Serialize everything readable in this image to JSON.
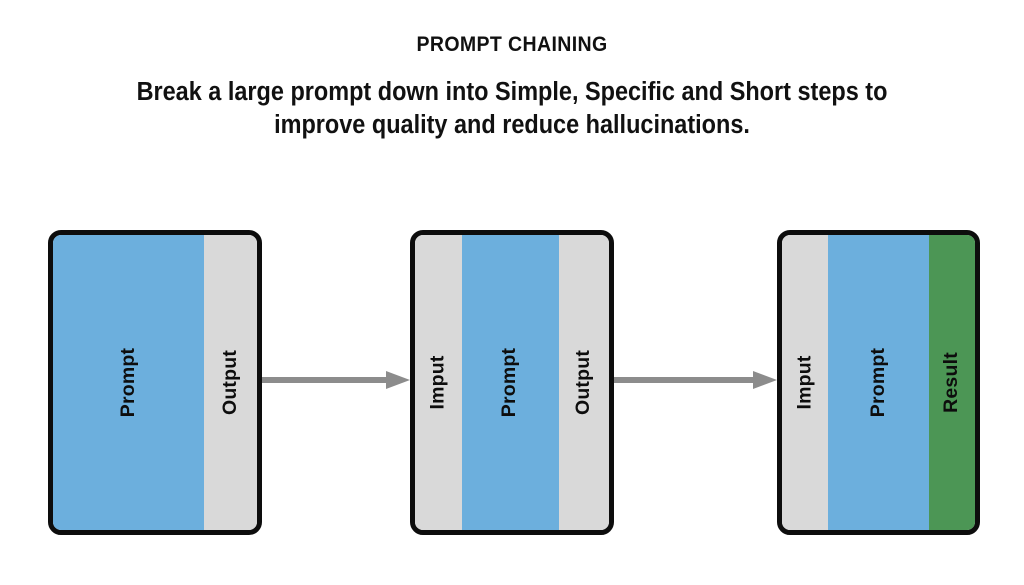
{
  "header": {
    "title": "PROMPT CHAINING",
    "subtitle_line_1": "Break a large prompt down into Simple, Specific and Short steps to",
    "subtitle_line_2": "improve quality and reduce hallucinations."
  },
  "colors": {
    "background": "#ffffff",
    "text": "#111111",
    "border": "#0d0d0d",
    "prompt_blue": "#6cafdd",
    "io_gray": "#d9d9d9",
    "result_green": "#4c9655",
    "arrow_gray": "#8c8c8c"
  },
  "diagram": {
    "type": "flow",
    "nodes": [
      {
        "id": "step-1",
        "segments": [
          {
            "label": "Prompt",
            "color_role": "prompt_blue",
            "width_pct": 74
          },
          {
            "label": "Output",
            "color_role": "io_gray",
            "width_pct": 26
          }
        ]
      },
      {
        "id": "step-2",
        "segments": [
          {
            "label": "Imput",
            "color_role": "io_gray",
            "width_pct": 24
          },
          {
            "label": "Prompt",
            "color_role": "prompt_blue",
            "width_pct": 50
          },
          {
            "label": "Output",
            "color_role": "io_gray",
            "width_pct": 26
          }
        ]
      },
      {
        "id": "step-3",
        "segments": [
          {
            "label": "Imput",
            "color_role": "io_gray",
            "width_pct": 24
          },
          {
            "label": "Prompt",
            "color_role": "prompt_blue",
            "width_pct": 52
          },
          {
            "label": "Result",
            "color_role": "result_green",
            "width_pct": 24
          }
        ]
      }
    ],
    "connectors": [
      {
        "id": "connector-1",
        "from": "step-1",
        "to": "step-2",
        "style": "arrow-right"
      },
      {
        "id": "connector-2",
        "from": "step-2",
        "to": "step-3",
        "style": "arrow-right"
      }
    ]
  }
}
